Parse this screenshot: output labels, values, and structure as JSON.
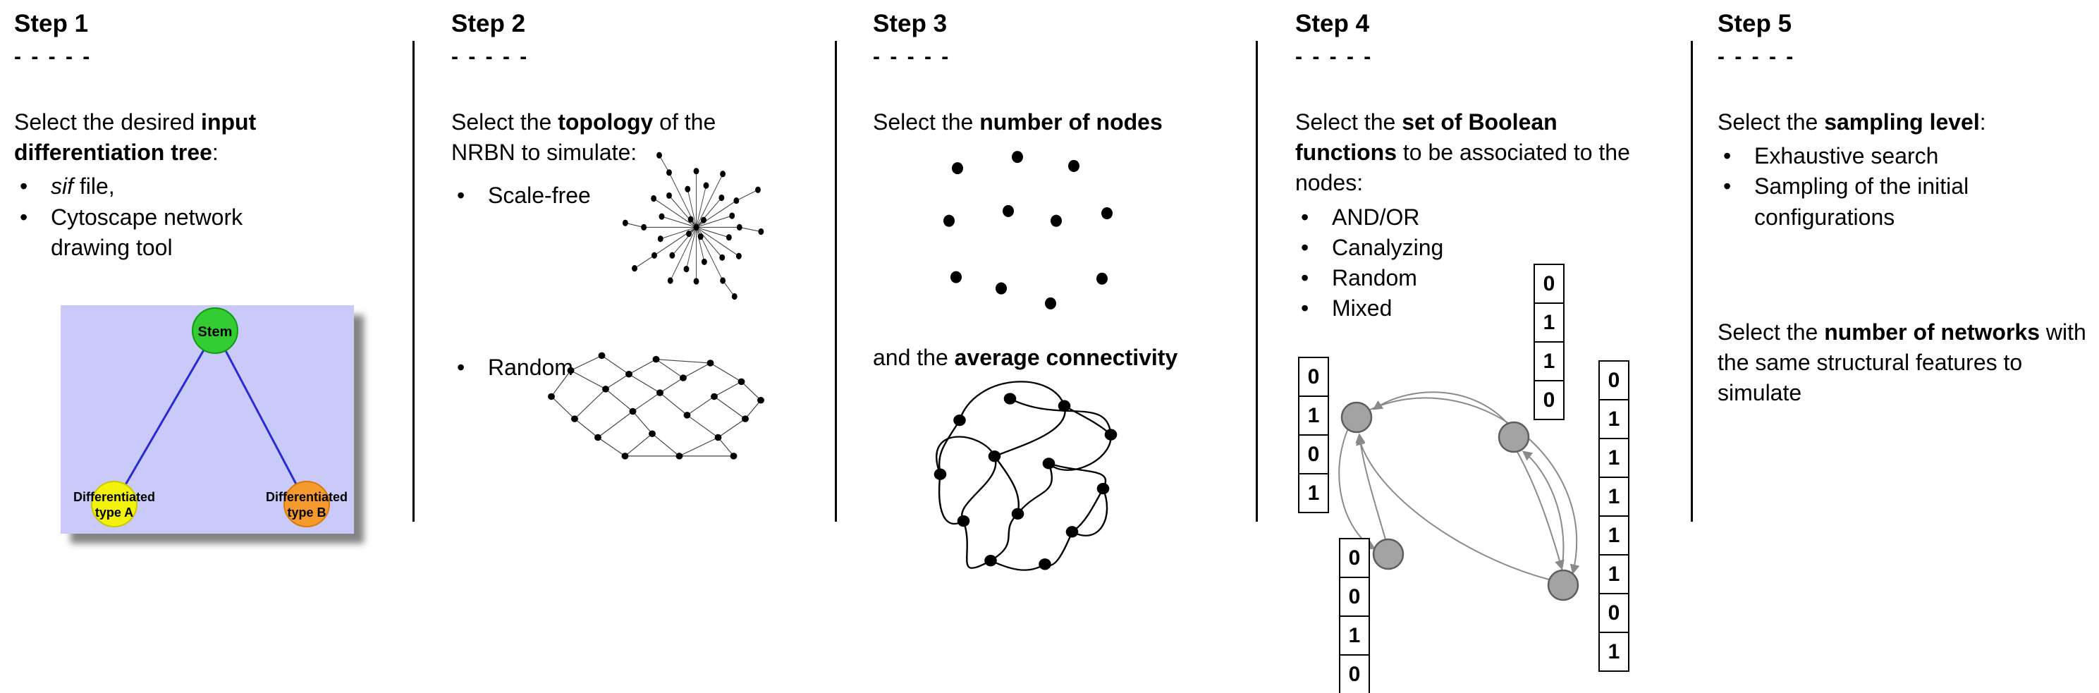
{
  "steps": [
    {
      "title": "Step 1",
      "dashes": "- - - - -",
      "intro": {
        "pre": "Select the desired ",
        "bold": "input differentiation tree",
        "post": ":"
      },
      "bullets": [
        {
          "italic": "sif",
          "post": " file,"
        },
        {
          "text": "Cytoscape network drawing tool"
        }
      ],
      "tree": {
        "stem": "Stem",
        "left_line1": "Differentiated",
        "left_line2": "type A",
        "right_line1": "Differentiated",
        "right_line2": "type B"
      }
    },
    {
      "title": "Step 2",
      "dashes": "- - - - -",
      "intro": {
        "pre": "Select the ",
        "bold": "topology",
        "post": " of the NRBN to simulate:"
      },
      "bullets": [
        {
          "text": "Scale-free"
        },
        {
          "text": "Random"
        }
      ]
    },
    {
      "title": "Step 3",
      "dashes": "- - - - -",
      "intro": {
        "pre": "Select the ",
        "bold": "number of nodes",
        "post": ""
      },
      "second": {
        "pre": "and the ",
        "bold": "average connectivity",
        "post": ""
      }
    },
    {
      "title": "Step 4",
      "dashes": "- - - - -",
      "intro": {
        "pre": "Select the ",
        "bold": "set of Boolean functions",
        "post": " to be associated to the nodes:"
      },
      "bullets": [
        {
          "text": "AND/OR"
        },
        {
          "text": "Canalyzing"
        },
        {
          "text": "Random"
        },
        {
          "text": "Mixed"
        }
      ],
      "tables": {
        "left": [
          "0",
          "1",
          "0",
          "1"
        ],
        "top": [
          "0",
          "1",
          "1",
          "0"
        ],
        "bottom": [
          "0",
          "0",
          "1",
          "0"
        ],
        "right": [
          "0",
          "1",
          "1",
          "1",
          "1",
          "1",
          "0",
          "1"
        ]
      }
    },
    {
      "title": "Step 5",
      "dashes": "- - - - -",
      "intro": {
        "pre": "Select the ",
        "bold": "sampling level",
        "post": ":"
      },
      "bullets": [
        {
          "text": "Exhaustive search"
        },
        {
          "text": "Sampling of the initial configurations"
        }
      ],
      "second": {
        "pre": "Select the ",
        "bold": "number of networks",
        "post": " with the same structural features to simulate"
      }
    }
  ]
}
